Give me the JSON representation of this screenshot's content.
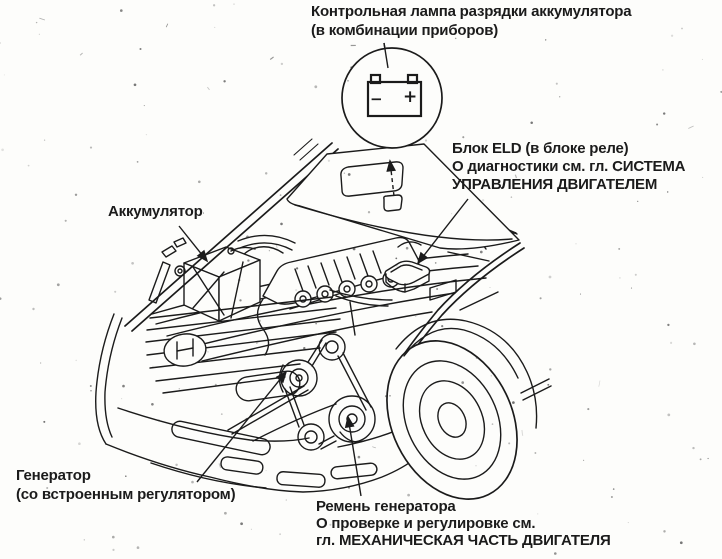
{
  "page": {
    "paper_color": "#fdfdfb",
    "ink_color": "#1b1b1b",
    "description_type": "service-manual engine bay diagram"
  },
  "callouts": {
    "warning_lamp": {
      "lines": [
        "Контрольная лампа разрядки аккумулятора",
        "(в комбинации приборов)"
      ]
    },
    "eld_block": {
      "lines": [
        "Блок ELD (в блоке реле)",
        "О диагностики см. гл. СИСТЕМА",
        "УПРАВЛЕНИЯ ДВИГАТЕЛЕМ"
      ]
    },
    "battery": {
      "lines": [
        "Аккумулятор"
      ]
    },
    "generator": {
      "lines": [
        "Генератор",
        "(со встроенным регулятором)"
      ]
    },
    "generator_belt": {
      "lines": [
        "Ремень генератора",
        "О проверке и регулировке см.",
        "гл. МЕХАНИЧЕСКАЯ ЧАСТЬ ДВИГАТЕЛЯ"
      ]
    }
  },
  "magnifier_icon": {
    "name": "battery-warning-lamp-icon",
    "minus": "−",
    "plus": "+"
  }
}
